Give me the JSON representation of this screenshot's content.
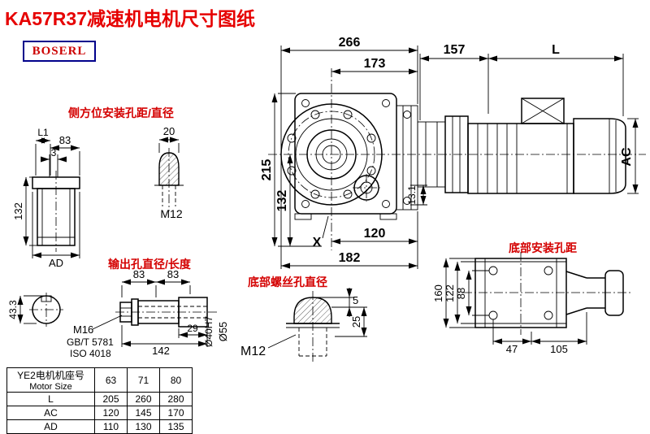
{
  "title": "KA57R37减速机电机尺寸图纸",
  "brand": "BOSERL",
  "labels": {
    "side_mount": "侧方位安装孔距/直径",
    "output_hole": "输出孔直径/长度",
    "bottom_screw": "底部螺丝孔直径",
    "bottom_mount": "底部安装孔距"
  },
  "dims": {
    "w266": "266",
    "w173": "173",
    "w157": "157",
    "len_l": "L",
    "h215": "215",
    "h132": "132",
    "ac": "AC",
    "w120": "120",
    "w182": "182",
    "d13_1": "13.1",
    "x_mark": "X",
    "l1": "L1",
    "s83": "83",
    "t3": "3",
    "s20": "20",
    "m12_side": "M12",
    "h132_side": "132",
    "ad": "AD",
    "o43_3": "43.3",
    "o83a": "83",
    "o83b": "83",
    "m16": "M16",
    "std_gb": "GB/T 5781",
    "std_iso": "ISO 4018",
    "o29": "29",
    "o142": "142",
    "dia40": "Ø40H7",
    "dia55": "Ø55",
    "m12_bottom": "M12",
    "b5": "5",
    "b25": "25",
    "v160": "160",
    "v122": "122",
    "v88": "88",
    "b47": "47",
    "b105": "105"
  },
  "table": {
    "header": {
      "cn": "YE2电机机座号",
      "en": "Motor Size",
      "sizes": [
        "63",
        "71",
        "80"
      ]
    },
    "rows": [
      {
        "label": "L",
        "values": [
          "205",
          "260",
          "280"
        ]
      },
      {
        "label": "AC",
        "values": [
          "120",
          "145",
          "170"
        ]
      },
      {
        "label": "AD",
        "values": [
          "110",
          "130",
          "135"
        ]
      }
    ]
  }
}
